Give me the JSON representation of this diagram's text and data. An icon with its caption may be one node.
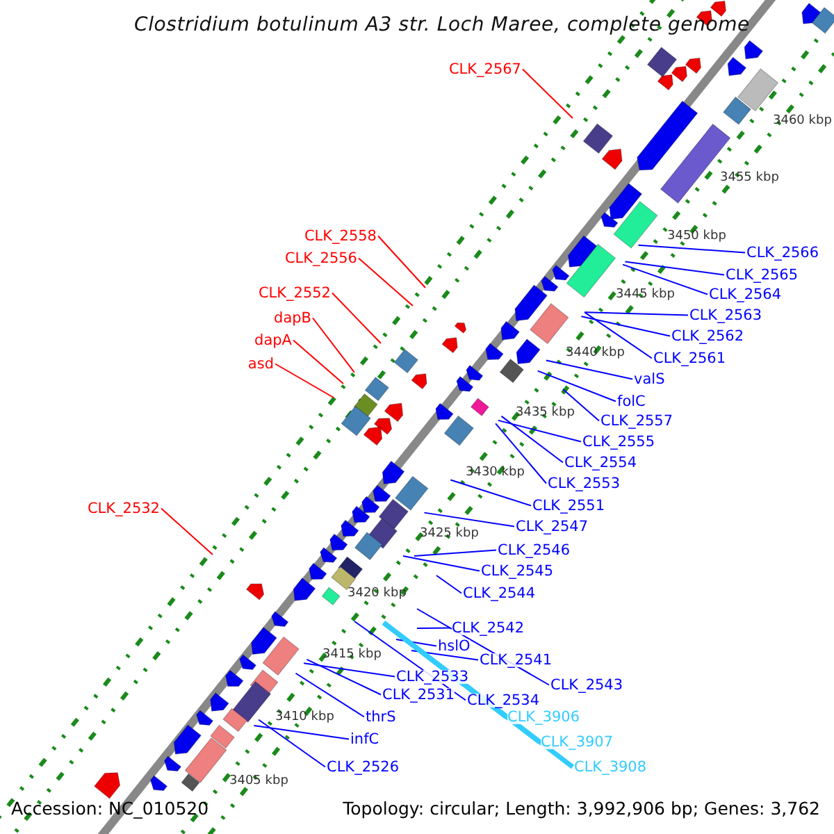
{
  "diagram": {
    "title": "Clostridium botulinum A3 str. Loch Maree, complete genome",
    "nodes": [
      {
        "text": [
          "CLK_2567"
        ]
      },
      {
        "text": [
          "CLK_2558"
        ]
      },
      {
        "text": [
          "CLK_2566"
        ]
      },
      {
        "text": [
          "CLK_2556"
        ]
      },
      {
        "text": [
          "CLK_2565"
        ]
      },
      {
        "text": [
          "CLK_2552"
        ]
      },
      {
        "text": [
          "CLK_2564"
        ]
      },
      {
        "text": [
          "CLK_2563"
        ]
      },
      {
        "text": [
          "dapB"
        ]
      },
      {
        "text": [
          "CLK_2562"
        ]
      },
      {
        "text": [
          "dapA"
        ]
      },
      {
        "text": [
          "CLK_2561"
        ]
      },
      {
        "text": [
          "asd"
        ]
      },
      {
        "text": [
          "valS"
        ]
      },
      {
        "text": [
          "folC"
        ]
      },
      {
        "text": [
          "CLK_2557"
        ]
      },
      {
        "text": [
          "CLK_2555"
        ]
      },
      {
        "text": [
          "CLK_2554"
        ]
      },
      {
        "text": [
          "CLK_2553"
        ]
      },
      {
        "text": [
          "CLK_2551"
        ]
      },
      {
        "text": [
          "CLK_2532"
        ]
      },
      {
        "text": [
          "CLK_2547"
        ]
      },
      {
        "text": [
          "CLK_2546"
        ]
      },
      {
        "text": [
          "CLK_2545"
        ]
      },
      {
        "text": [
          "CLK_2544"
        ]
      },
      {
        "text": [
          "CLK_2542"
        ]
      },
      {
        "text": [
          "hslO"
        ]
      },
      {
        "text": [
          "CLK_2541"
        ]
      },
      {
        "text": [
          "CLK_2533"
        ]
      },
      {
        "text": [
          "CLK_2543"
        ]
      },
      {
        "text": [
          "CLK_2531"
        ]
      },
      {
        "text": [
          "CLK_2534"
        ]
      },
      {
        "text": [
          "CLK_3906"
        ]
      },
      {
        "text": [
          "thrS"
        ]
      },
      {
        "text": [
          "infC"
        ]
      },
      {
        "text": [
          "CLK_3907"
        ]
      },
      {
        "text": [
          "CLK_3908"
        ]
      },
      {
        "text": [
          "CLK_2526"
        ]
      }
    ],
    "edges": [
      {
        "from": 0,
        "to": null,
        "arrow": "none",
        "color": "#ff0000"
      },
      {
        "from": 1,
        "to": null,
        "arrow": "none",
        "color": "#ff0000"
      },
      {
        "from": 2,
        "to": null,
        "arrow": "none"
      },
      {
        "from": 3,
        "to": null,
        "arrow": "none",
        "color": "#ff0000"
      },
      {
        "from": 4,
        "to": null,
        "arrow": "none"
      },
      {
        "from": 5,
        "to": null,
        "arrow": "none",
        "color": "#ff0000"
      },
      {
        "from": 6,
        "to": null,
        "arrow": "none"
      },
      {
        "from": 7,
        "to": null,
        "arrow": "none"
      },
      {
        "from": 8,
        "to": null,
        "arrow": "none",
        "color": "#ff0000"
      },
      {
        "from": 9,
        "to": null,
        "arrow": "none"
      },
      {
        "from": 10,
        "to": null,
        "arrow": "none",
        "color": "#ff0000"
      },
      {
        "from": 11,
        "to": null,
        "arrow": "none"
      },
      {
        "from": 12,
        "to": null,
        "arrow": "none",
        "color": "#ff0000"
      },
      {
        "from": 13,
        "to": null,
        "arrow": "none"
      },
      {
        "from": 14,
        "to": null,
        "arrow": "none"
      },
      {
        "from": 15,
        "to": null,
        "arrow": "none"
      },
      {
        "from": 16,
        "to": null,
        "arrow": "none"
      },
      {
        "from": 17,
        "to": null,
        "arrow": "none"
      },
      {
        "from": 18,
        "to": null,
        "arrow": "none"
      },
      {
        "from": 19,
        "to": null,
        "arrow": "none"
      },
      {
        "from": 20,
        "to": null,
        "arrow": "none",
        "color": "#ff0000"
      },
      {
        "from": 21,
        "to": null,
        "arrow": "none"
      },
      {
        "from": 22,
        "to": null,
        "arrow": "none"
      },
      {
        "from": 23,
        "to": null,
        "arrow": "none"
      },
      {
        "from": 24,
        "to": null,
        "arrow": "none"
      },
      {
        "from": 25,
        "to": null,
        "arrow": "none"
      },
      {
        "from": 26,
        "to": null,
        "arrow": "none"
      },
      {
        "from": 27,
        "to": null,
        "arrow": "none"
      },
      {
        "from": 28,
        "to": null,
        "arrow": "none"
      },
      {
        "from": 29,
        "to": null,
        "arrow": "none"
      },
      {
        "from": 30,
        "to": null,
        "arrow": "none"
      },
      {
        "from": 31,
        "to": null,
        "arrow": "none"
      },
      {
        "from": 32,
        "to": null,
        "arrow": "none",
        "style": "thick",
        "color": "#33ccff"
      },
      {
        "from": 33,
        "to": null,
        "arrow": "none"
      },
      {
        "from": 34,
        "to": null,
        "arrow": "none"
      },
      {
        "from": 35,
        "to": null,
        "arrow": "none",
        "style": "thick",
        "color": "#33ccff"
      },
      {
        "from": 36,
        "to": null,
        "arrow": "none",
        "style": "thick",
        "color": "#33ccff"
      },
      {
        "from": 37,
        "to": null,
        "arrow": "none"
      }
    ],
    "labels": [
      "3460 kbp",
      "3455 kbp",
      "3450 kbp",
      "3445 kbp",
      "3440 kbp",
      "3435 kbp",
      "3430 kbp",
      "3425 kbp",
      "3420 kbp",
      "3415 kbp",
      "3410 kbp",
      "3405 kbp",
      "Accession: NC_010520",
      "Topology: circular; Length: 3,992,906 bp; Genes: 3,762"
    ]
  }
}
